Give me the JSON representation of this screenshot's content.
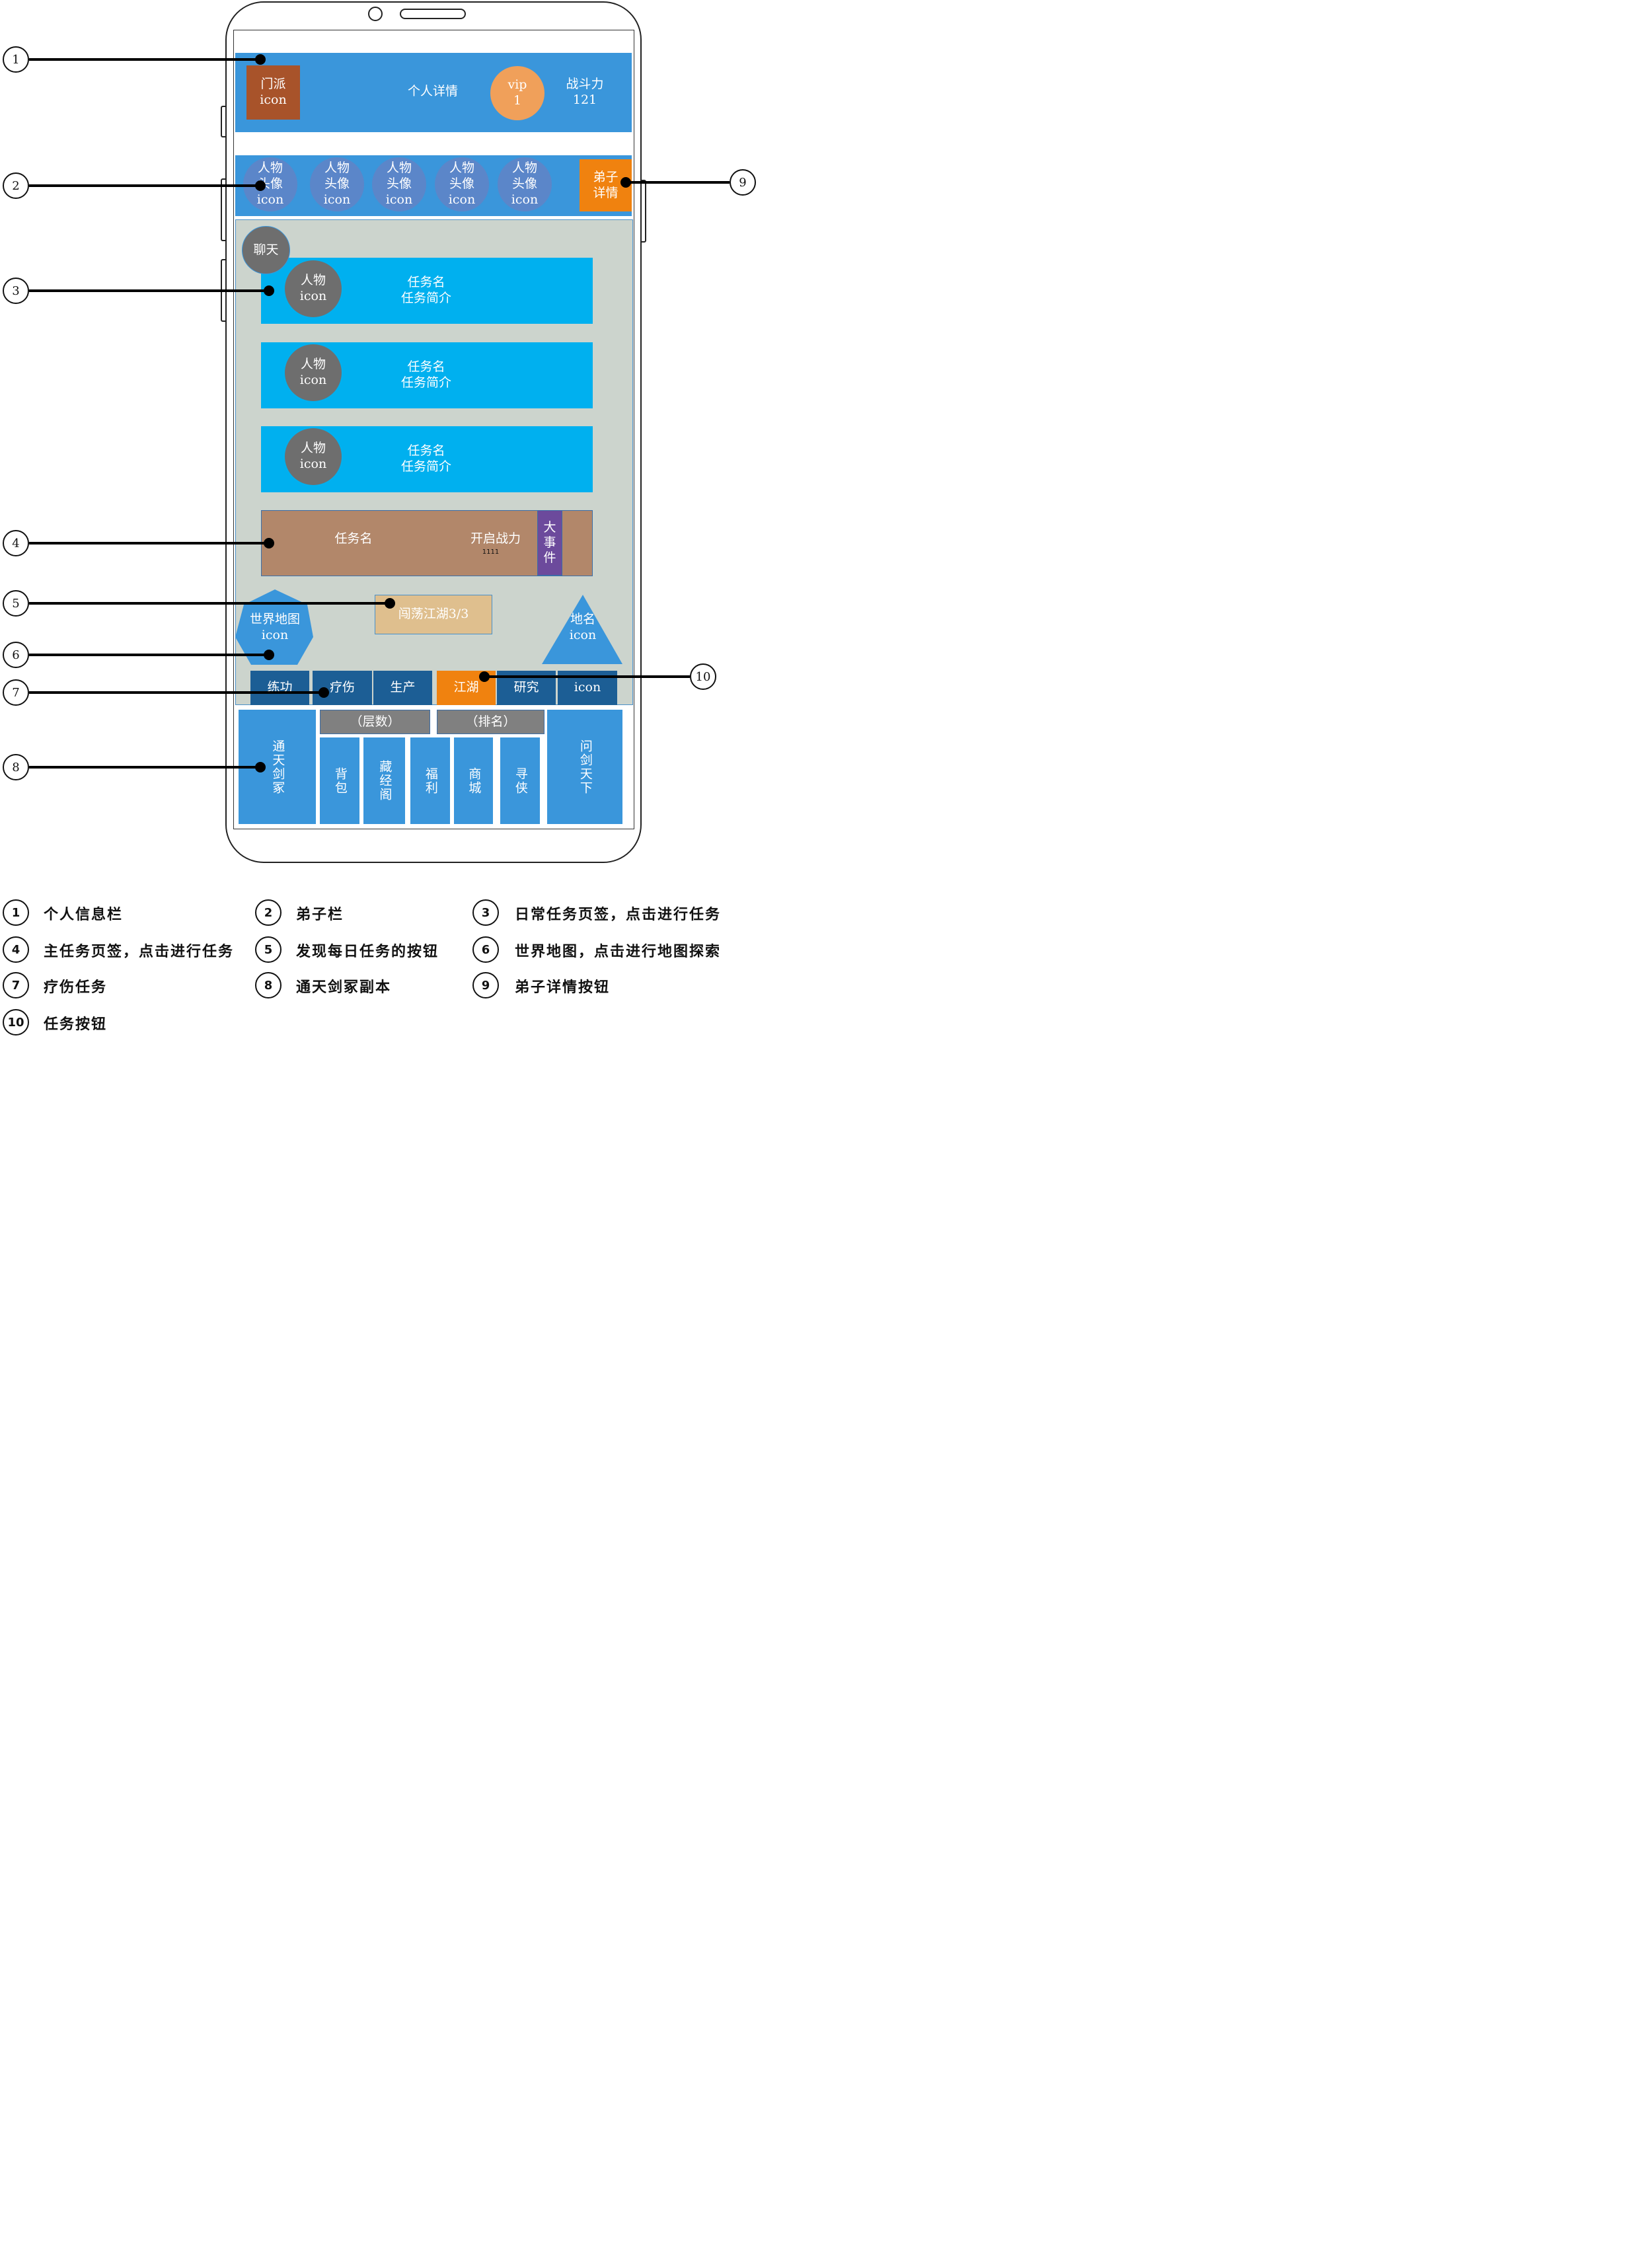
{
  "header": {
    "sect_icon": "门派\nicon",
    "title": "个人详情",
    "vip": "vip\n1",
    "power": "战斗力\n121"
  },
  "disciples": {
    "avatars": [
      "人物\n头像\nicon",
      "人物\n头像\nicon",
      "人物\n头像\nicon",
      "人物\n头像\nicon",
      "人物\n头像\nicon"
    ],
    "detail_button": "弟子\n详情"
  },
  "main": {
    "chat": "聊天",
    "daily_tasks": [
      {
        "avatar": "人物\nicon",
        "text": "任务名\n任务简介"
      },
      {
        "avatar": "人物\nicon",
        "text": "任务名\n任务简介"
      },
      {
        "avatar": "人物\nicon",
        "text": "任务名\n任务简介"
      }
    ],
    "main_task": {
      "name": "任务名",
      "open": "开启战力",
      "value": "1111",
      "event": "大\n事\n件"
    },
    "wander": "闯荡江湖3/3",
    "world_map": "世界地图\nicon",
    "place_name": "地名\nicon",
    "tabs": [
      "练功",
      "疗伤",
      "生产",
      "江湖",
      "研究",
      "icon"
    ]
  },
  "bottom": {
    "tower": "通天剑冢",
    "floors": "（层数）",
    "rank": "（排名）",
    "items": [
      "背包",
      "藏经阁",
      "福利",
      "商城",
      "寻侠"
    ],
    "ask_sword": "问剑天下"
  },
  "callouts": [
    "1",
    "2",
    "3",
    "4",
    "5",
    "6",
    "7",
    "8",
    "9",
    "10"
  ],
  "legend": [
    {
      "num": "1",
      "text": "个人信息栏"
    },
    {
      "num": "2",
      "text": "弟子栏"
    },
    {
      "num": "3",
      "text": "日常任务页签，点击进行任务"
    },
    {
      "num": "4",
      "text": "主任务页签，点击进行任务"
    },
    {
      "num": "5",
      "text": "发现每日任务的按钮"
    },
    {
      "num": "6",
      "text": "世界地图，点击进行地图探索"
    },
    {
      "num": "7",
      "text": "疗伤任务"
    },
    {
      "num": "8",
      "text": "通天剑冢副本"
    },
    {
      "num": "9",
      "text": "弟子详情按钮"
    },
    {
      "num": "10",
      "text": "任务按钮"
    }
  ],
  "colors": {
    "header_blue": "#3a96db",
    "task_cyan": "#00b0ef",
    "sect_brown": "#a8532a",
    "vip_orange": "#f0a05a",
    "accent_orange": "#f0820f",
    "main_task_tan": "#b2876a",
    "event_purple": "#6c4a9c",
    "wander_beige": "#dfbf8e",
    "tab_navy": "#1c5e95",
    "panel_gray": "#ccd4cd"
  }
}
